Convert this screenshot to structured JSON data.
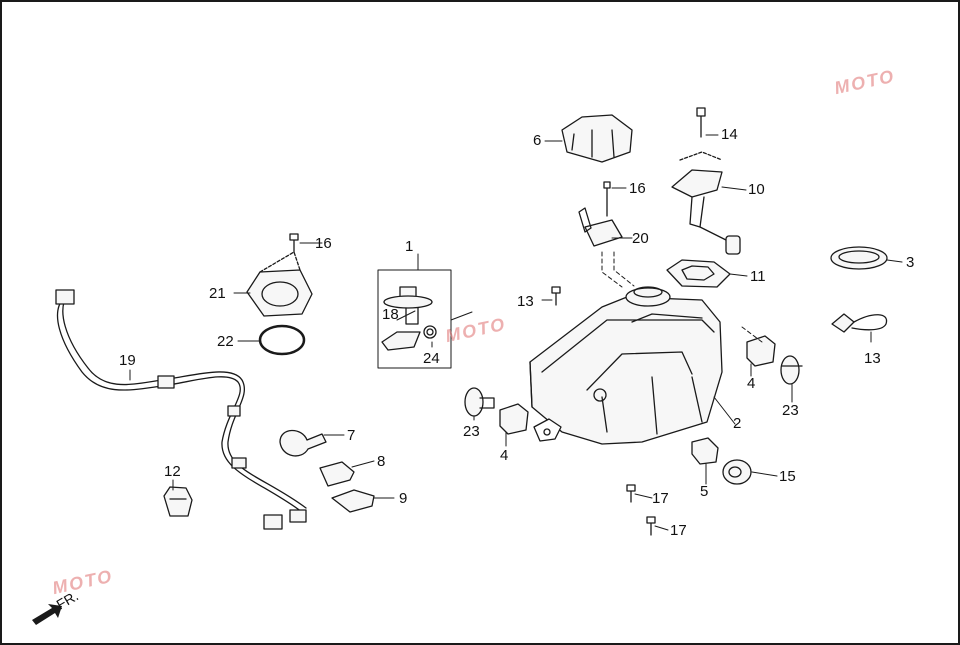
{
  "callouts": {
    "c1": "1",
    "c2": "2",
    "c3": "3",
    "c4a": "4",
    "c4b": "4",
    "c5": "5",
    "c6": "6",
    "c7": "7",
    "c8": "8",
    "c9": "9",
    "c10": "10",
    "c11": "11",
    "c12": "12",
    "c13a": "13",
    "c13b": "13",
    "c14": "14",
    "c15": "15",
    "c16a": "16",
    "c16b": "16",
    "c17a": "17",
    "c17b": "17",
    "c18": "18",
    "c19": "19",
    "c20": "20",
    "c21": "21",
    "c22": "22",
    "c23a": "23",
    "c23b": "23",
    "c24": "24"
  },
  "direction_label": "FR.",
  "watermark": "MOTO",
  "colors": {
    "line": "#1a1a1a",
    "part_fill": "#f7f7f7",
    "watermark": "#e07070"
  }
}
